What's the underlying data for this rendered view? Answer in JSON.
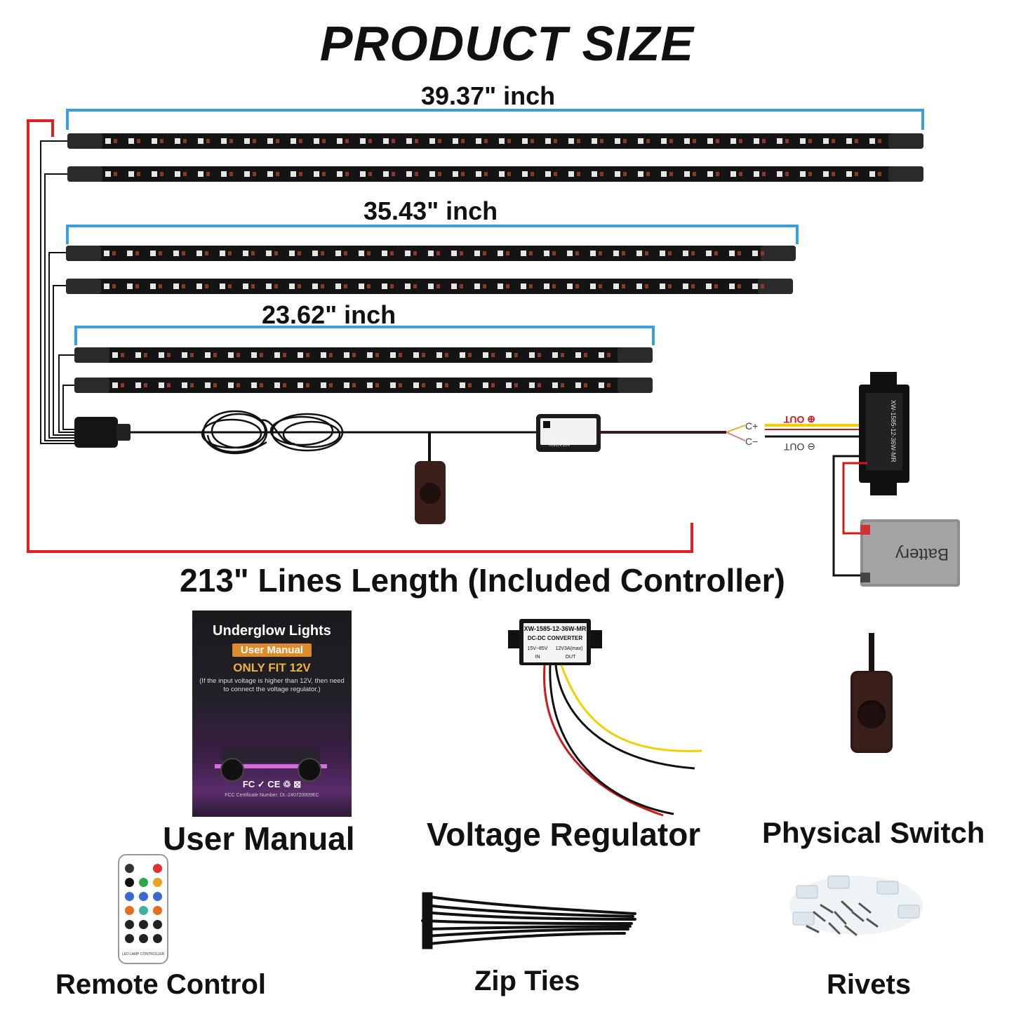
{
  "title": "PRODUCT SIZE",
  "dimensions": {
    "long": "39.37\" inch",
    "medium": "35.43\" inch",
    "short": "23.62\" inch"
  },
  "lines_length": "213\" Lines Length (Included Controller)",
  "wiring": {
    "out_plus": "OUT",
    "out_minus": "OUT",
    "battery_label": "Battery",
    "controller_label": "RIVEN 20V",
    "regulator_side_text": "XW-1585-12-36W-MR"
  },
  "manual": {
    "heading": "Underglow Lights",
    "badge": "User Manual",
    "fit": "ONLY FIT 12V",
    "note": "(If the input voltage is higher than 12V, then need to connect the voltage regulator.)",
    "marks": "FC ✓ CE ♲ ⊠",
    "cert": "FCC Certificate Number: DL-240720009EC"
  },
  "regulator": {
    "model": "XW-1585-12-36W-MR",
    "type": "DC-DC CONVERTER",
    "input": "15V~85V",
    "output": "12V3A(max)",
    "in_label": "IN",
    "out_label": "OUT"
  },
  "remote": {
    "label": "LED LAMP CONTROLLER"
  },
  "captions": {
    "user_manual": "User Manual",
    "voltage_regulator": "Voltage Regulator",
    "physical_switch": "Physical Switch",
    "remote_control": "Remote Control",
    "zip_ties": "Zip Ties",
    "rivets": "Rivets"
  },
  "colors": {
    "dimension_line": "#3aa0dc",
    "length_line": "#e02020",
    "strip": "#141414",
    "wire_red": "#d01818",
    "wire_yellow": "#f0d000"
  }
}
